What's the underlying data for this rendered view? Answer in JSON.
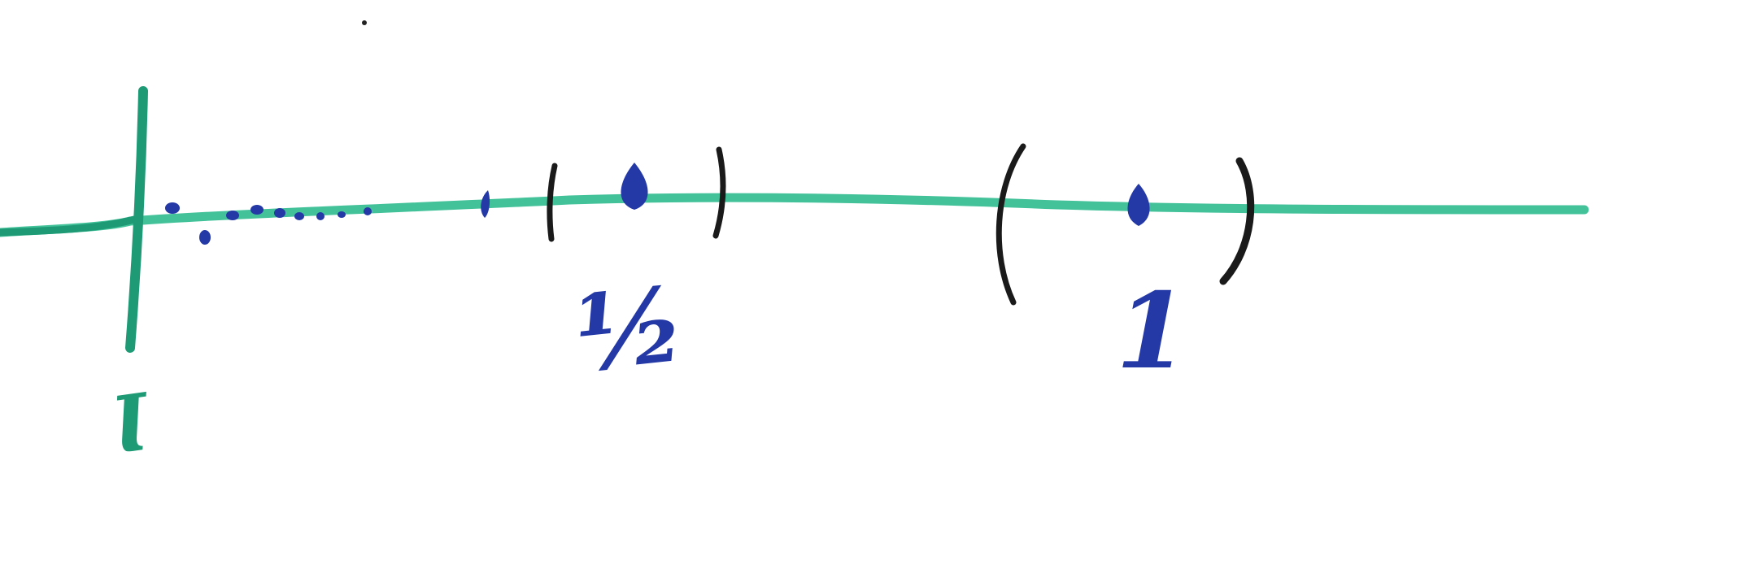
{
  "colors": {
    "background": "#ffffff",
    "axis_green": "#43c29a",
    "axis_dark_green": "#1e9a75",
    "point_blue": "#2438a6",
    "bracket_black": "#1a1a1a"
  },
  "labels": {
    "origin": "Ɩ",
    "half": "½",
    "one": "1"
  },
  "points": [
    {
      "name": "one-half",
      "value": 0.5
    },
    {
      "name": "one",
      "value": 1
    }
  ]
}
